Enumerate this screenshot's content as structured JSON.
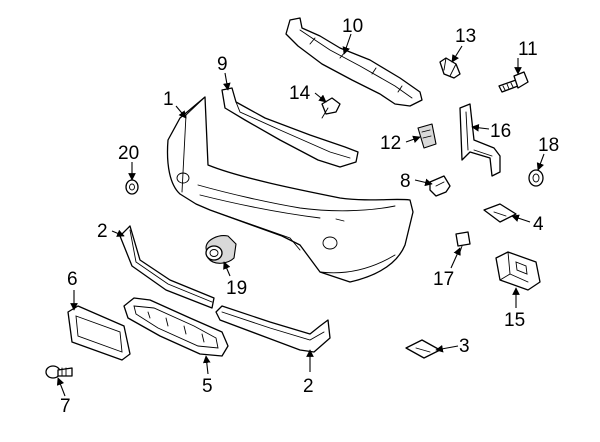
{
  "diagram": {
    "callouts": [
      {
        "id": "c1",
        "label": "1"
      },
      {
        "id": "c2a",
        "label": "2"
      },
      {
        "id": "c2b",
        "label": "2"
      },
      {
        "id": "c3",
        "label": "3"
      },
      {
        "id": "c4",
        "label": "4"
      },
      {
        "id": "c5",
        "label": "5"
      },
      {
        "id": "c6",
        "label": "6"
      },
      {
        "id": "c7",
        "label": "7"
      },
      {
        "id": "c8",
        "label": "8"
      },
      {
        "id": "c9",
        "label": "9"
      },
      {
        "id": "c10",
        "label": "10"
      },
      {
        "id": "c11",
        "label": "11"
      },
      {
        "id": "c12",
        "label": "12"
      },
      {
        "id": "c13",
        "label": "13"
      },
      {
        "id": "c14",
        "label": "14"
      },
      {
        "id": "c15",
        "label": "15"
      },
      {
        "id": "c16",
        "label": "16"
      },
      {
        "id": "c17",
        "label": "17"
      },
      {
        "id": "c18",
        "label": "18"
      },
      {
        "id": "c19",
        "label": "19"
      },
      {
        "id": "c20",
        "label": "20"
      }
    ]
  }
}
